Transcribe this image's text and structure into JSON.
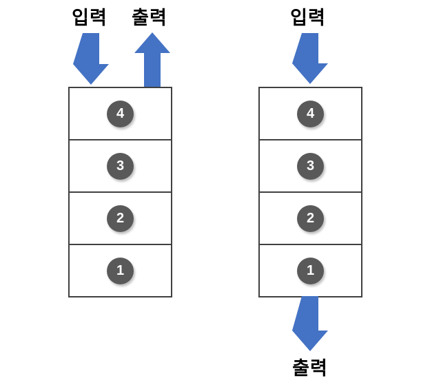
{
  "colors": {
    "arrow": "#4472C4",
    "circle": "#595959",
    "box_border": "#404040",
    "number_text": "#FFFFFF",
    "label_text": "#000000",
    "background": "#FFFFFF"
  },
  "left_diagram": {
    "input_label": "입력",
    "output_label": "출력",
    "items": [
      "4",
      "3",
      "2",
      "1"
    ]
  },
  "right_diagram": {
    "input_label": "입력",
    "output_label": "출력",
    "items": [
      "4",
      "3",
      "2",
      "1"
    ]
  }
}
